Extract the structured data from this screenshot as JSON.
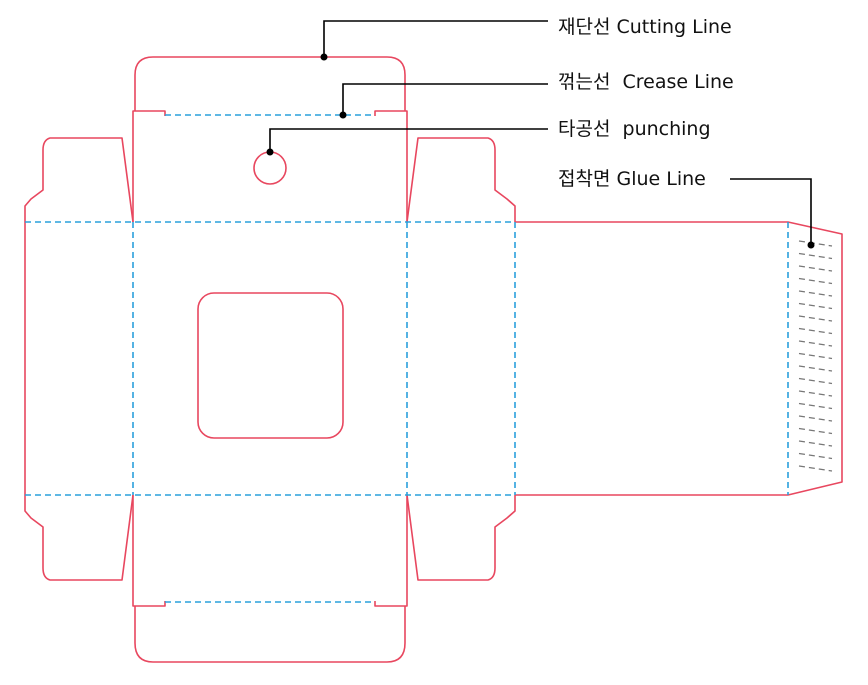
{
  "legend": {
    "cutting": "재단선 Cutting Line",
    "crease": "꺾는선  Crease Line",
    "punching": "타공선  punching",
    "glue": "접착면 Glue Line"
  },
  "colors": {
    "cut": "#e8475f",
    "crease": "#2aa0dc",
    "glue": "#777777",
    "leader": "#000000"
  }
}
